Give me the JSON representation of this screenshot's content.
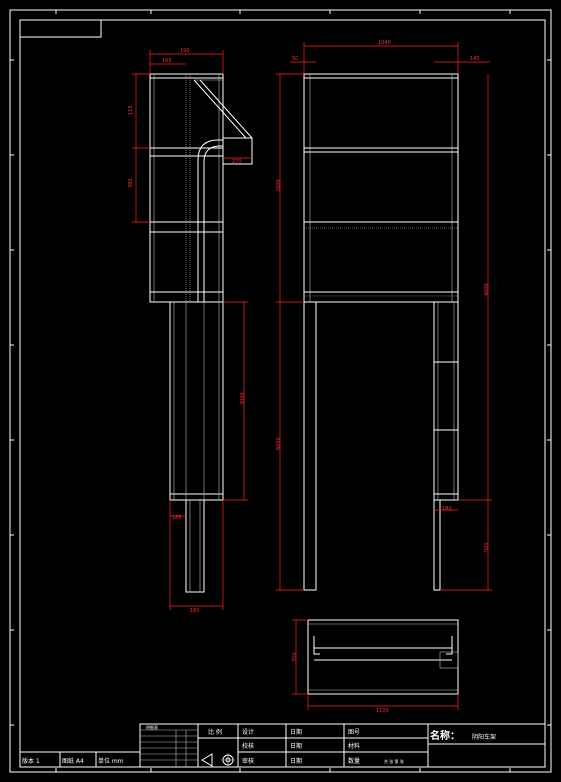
{
  "dimensions": {
    "front_top_width": "190",
    "front_top_inner": "165",
    "front_seg1": "115",
    "front_seg2": "380",
    "front_side_short": "270",
    "front_leg_height": "3000",
    "front_leg_width": "180",
    "front_foot_width": "185",
    "side_top_width": "1040",
    "side_left_post": "50",
    "side_right_post": "140",
    "side_upper_height": "2000",
    "side_total_height": "6000",
    "side_right_total": "4000",
    "side_foot": "180",
    "side_foot_height": "500",
    "plan_width": "1100",
    "plan_depth": "350"
  },
  "title_block": {
    "label_ratio": "比 例",
    "label_design": "设计",
    "label_check": "校核",
    "label_approve": "审核",
    "label_date1": "日期",
    "label_date2": "日期",
    "label_date3": "日期",
    "label_dwgno": "图号",
    "label_material": "材料",
    "label_qty": "数量",
    "label_sheet": "共  张 第  张",
    "label_name": "名称：",
    "drawing_name": "阴阳车架",
    "version": "版本 1",
    "drawing_area": "图纸 A4",
    "unit": "单位 mm",
    "table_header": "明细表"
  },
  "colors": {
    "line": "#ffffff",
    "dimension": "#ff2020",
    "background": "#000000"
  }
}
